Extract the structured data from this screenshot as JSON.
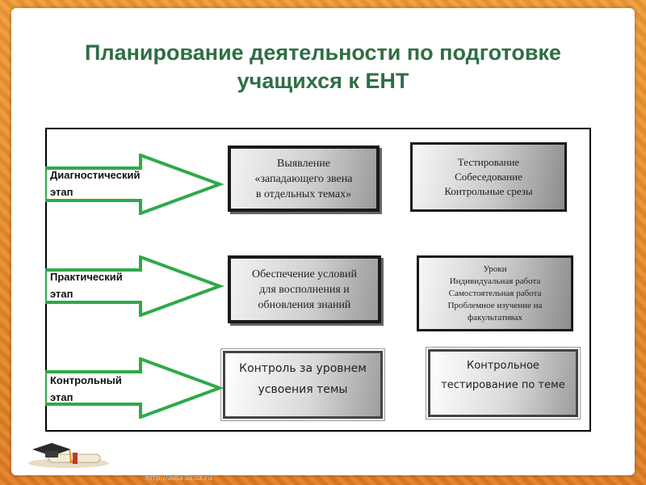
{
  "title": {
    "line1": "Планирование деятельности по подготовке",
    "line2": "учащихся к ЕНТ"
  },
  "stages": [
    {
      "label_line1": "Диагностический",
      "label_line2": "этап",
      "box1": [
        "Выявление",
        "«западающего звена",
        "в отдельных темах»"
      ],
      "box2": [
        "Тестирование",
        "Собеседование",
        "Контрольные срезы"
      ]
    },
    {
      "label_line1": "Практический",
      "label_line2": "этап",
      "box1": [
        "Обеспечение условий",
        "для восполнения и",
        "обновления знаний"
      ],
      "box2": [
        "Уроки",
        "Индивидуальная работа",
        "Самостоятельная работа",
        "Проблемное изучение на",
        "факультативах"
      ]
    },
    {
      "label_line1": "Контрольный",
      "label_line2": "этап",
      "box1": [
        "Контроль за уровнем",
        "усвоения темы"
      ],
      "box2": [
        "Контрольное",
        "тестирование по теме"
      ]
    }
  ],
  "colors": {
    "title": "#2f6e45",
    "arrow": "#2eaa4a",
    "frame": "#e98a2a"
  },
  "footer": {
    "url": "http://aida.ucoz.ru"
  }
}
